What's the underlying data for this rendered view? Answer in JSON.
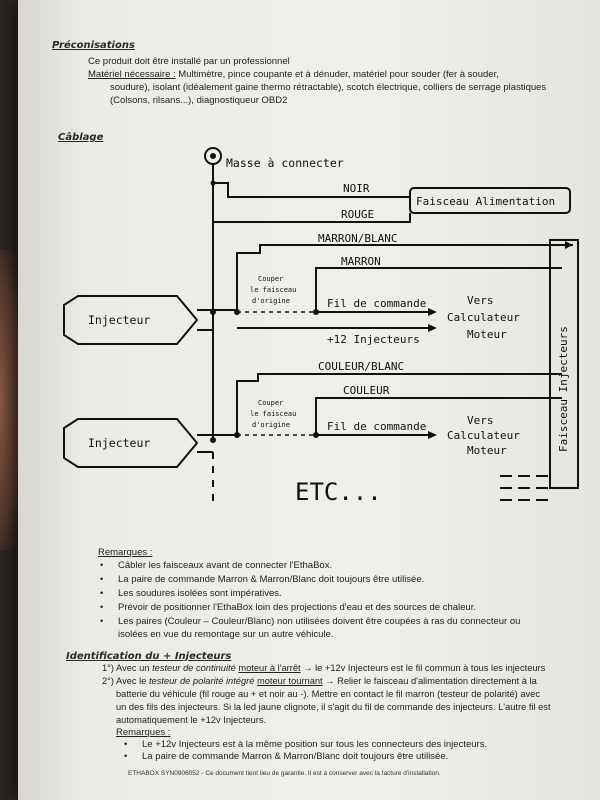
{
  "preconisations": {
    "heading": "Préconisations",
    "line1": "Ce produit doit être installé par un professionnel",
    "materiel_label": "Matériel nécessaire :",
    "materiel_text1": " Multimètre, pince coupante et à dénuder, matériel pour souder (fer à souder,",
    "materiel_text2": "soudure), isolant (idéalement gaine thermo rétractable), scotch électrique, colliers de serrage plastiques",
    "materiel_text3": "(Colsons, rilsans...), diagnostiqueur OBD2"
  },
  "cablage": {
    "heading": "Câblage",
    "masse": "Masse à connecter",
    "noir": "NOIR",
    "faisceau_alim": "Faisceau Alimentation",
    "rouge": "ROUGE",
    "marron_blanc": "MARRON/BLANC",
    "marron": "MARRON",
    "couper1": "Couper",
    "couper2": "le faisceau",
    "couper3": "d'origine",
    "fil_commande": "Fil de commande",
    "vers": "Vers",
    "calculateur": "Calculateur",
    "moteur": "Moteur",
    "plus12": "+12 Injecteurs",
    "injecteur": "Injecteur",
    "couleur_blanc": "COULEUR/BLANC",
    "couleur": "COULEUR",
    "faisceau_inj": "Faisceau Injecteurs",
    "etc": "ETC..."
  },
  "remarques1": {
    "heading": "Remarques :",
    "items": [
      "Câbler les faisceaux avant de connecter l'EthaBox.",
      "La paire de commande Marron & Marron/Blanc doit toujours être utilisée.",
      "Les soudures isolées sont impératives.",
      "Prévoir de positionner l'EthaBox loin des projections d'eau et des sources de chaleur.",
      "Les paires (Couleur – Couleur/Blanc) non utilisées doivent être coupées à ras du connecteur ou",
      "isolées en vue du remontage sur un autre véhicule."
    ]
  },
  "identification": {
    "heading": "Identification du + Injecteurs",
    "l1a": "1°) Avec un ",
    "l1b": "testeur de continuité",
    "l1c": " ",
    "l1d": "moteur à l'arrêt",
    "l1e": " → le +12v Injecteurs est le fil commun à tous les injecteurs",
    "l2a": "2°) Avec le ",
    "l2b": "testeur de polarité intégré",
    "l2c": " ",
    "l2d": "moteur tournant",
    "l2e": " → Relier le faisceau d'alimentation directement à la",
    "l3": "batterie du véhicule (fil rouge au + et noir au -). Mettre en contact le fil marron (testeur de polarité) avec",
    "l4": "un des fils des injecteurs. Si la led jaune clignote, il s'agit du fil de commande des injecteurs. L'autre fil est",
    "l5": "automatiquement le +12v  Injecteurs."
  },
  "remarques2": {
    "heading": "Remarques :",
    "items": [
      "Le +12v Injecteurs est à la même position sur tous les connecteurs des injecteurs.",
      "La paire de commande Marron & Marron/Blanc doit toujours être utilisée."
    ]
  },
  "footer": "ETHABOX SYN0906052 - Ce document tient lieu de garantie. Il est à conserver avec la facture d'installation."
}
